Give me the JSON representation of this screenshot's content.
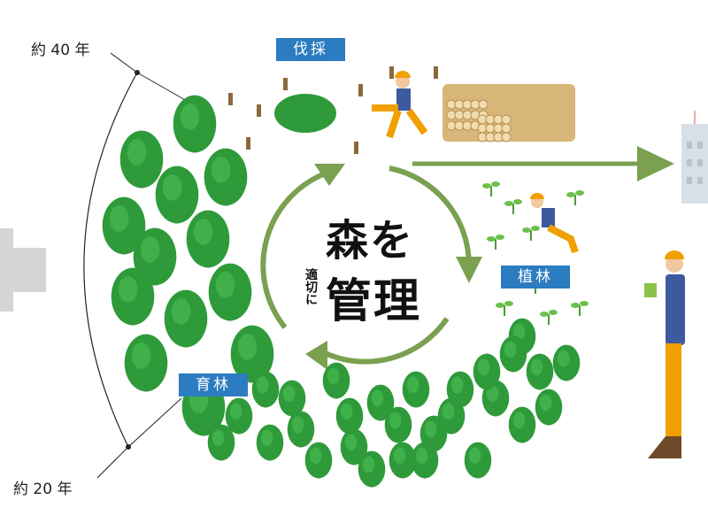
{
  "labels": {
    "harvest": "伐採",
    "planting": "植林",
    "nurturing": "育林"
  },
  "years": {
    "top": "約 40 年",
    "bottom": "約 20 年"
  },
  "center": {
    "line1": "森を",
    "small": "適切に",
    "line2": "管理"
  },
  "colors": {
    "label_bg": "#2b7cc0",
    "arrow": "#7aa050",
    "tree": "#2e9a3a",
    "trunk": "#7a5a2a",
    "worker_shirt": "#3c5aa0",
    "worker_pants": "#f0a000"
  }
}
